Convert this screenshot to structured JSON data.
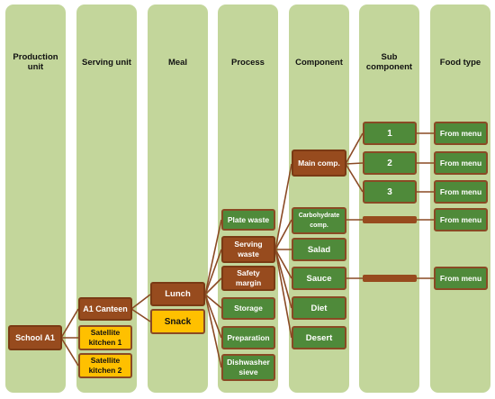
{
  "columns": [
    {
      "title": "Production\nunit"
    },
    {
      "title": "Serving unit"
    },
    {
      "title": "Meal"
    },
    {
      "title": "Process"
    },
    {
      "title": "Component"
    },
    {
      "title": "Sub\ncomponent"
    },
    {
      "title": "Food type"
    }
  ],
  "nodes": {
    "school_a1": "School A1",
    "a1_canteen": "A1 Canteen",
    "satellite_1": "Satellite kitchen 1",
    "satellite_2": "Satellite kitchen 2",
    "lunch": "Lunch",
    "snack": "Snack",
    "plate_waste": "Plate waste",
    "serving_waste": "Serving waste",
    "safety_margin": "Safety margin",
    "storage": "Storage",
    "preparation": "Preparation",
    "dishwasher_sieve": "Dishwasher sieve",
    "main_comp": "Main comp.",
    "carbohydrate_comp": "Carbohydrate comp.",
    "salad": "Salad",
    "sauce": "Sauce",
    "diet": "Diet",
    "desert": "Desert",
    "sub_1": "1",
    "sub_2": "2",
    "sub_3": "3",
    "food_type_1": "From menu",
    "food_type_2": "From menu",
    "food_type_3": "From menu",
    "food_type_4": "From menu",
    "food_type_5": "From menu"
  },
  "colors": {
    "column_bg": "#c3d69b",
    "green_node": "#4f8a3a",
    "brown_node": "#974b1e",
    "yellow_node": "#ffc000",
    "connector": "#8a4a24"
  }
}
